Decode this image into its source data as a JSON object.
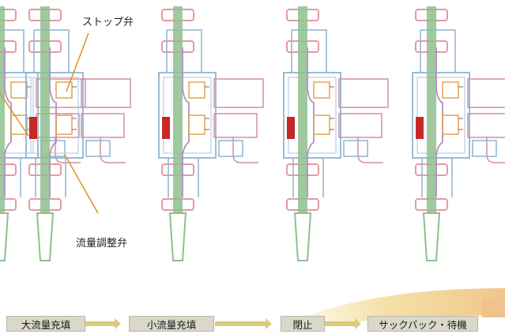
{
  "labels": {
    "stop_valve": "ストップ弁",
    "flow_valve": "流量調整弁"
  },
  "steps": [
    {
      "label": "大流量充填"
    },
    {
      "label": "小流量充填"
    },
    {
      "label": "閉止"
    },
    {
      "label": "サックバック・待機"
    }
  ],
  "colors": {
    "nozzle_green": "#8fbf8f",
    "frame_blue": "#8fb4d2",
    "valve_orange": "#e6a24a",
    "seal_pink": "#d98a9a",
    "red_block": "#c62828",
    "leader_line": "#d9931f",
    "arrow_yellow": "#dccb7a",
    "step_box": "#d9d8c9"
  },
  "icons": [
    "nozzle-assembly-icon",
    "arrow-right-icon",
    "swoosh-icon"
  ]
}
